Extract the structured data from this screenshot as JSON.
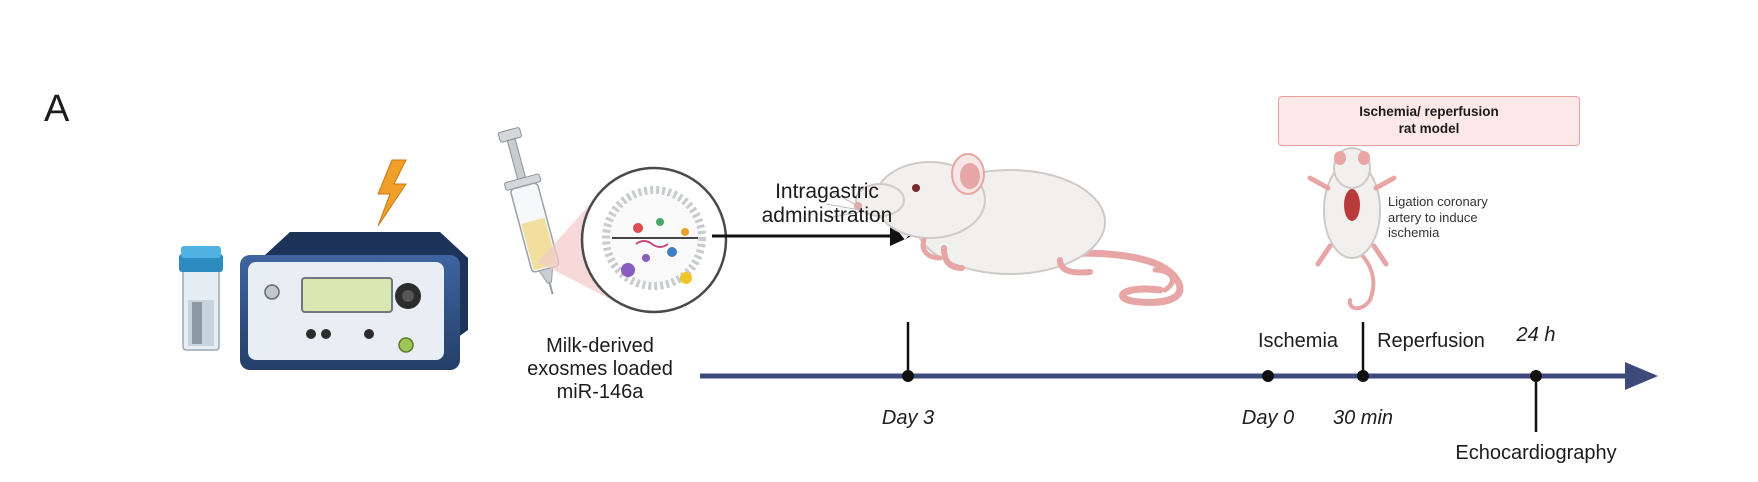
{
  "panel_label": "A",
  "model_box": {
    "line1": "Ischemia/ reperfusion",
    "line2": "rat model"
  },
  "ligation_note": [
    "Ligation coronary",
    "artery to induce",
    "ischemia"
  ],
  "administration_label": [
    "Intragastric",
    "administration"
  ],
  "exosome_label": [
    "Milk-derived",
    "exosmes loaded",
    "miR-146a"
  ],
  "timeline": {
    "ticks": [
      {
        "id": "day3",
        "label": "Day 3"
      },
      {
        "id": "day0",
        "label": "Day 0"
      },
      {
        "id": "min30",
        "label": "30 min"
      },
      {
        "id": "h24",
        "label": "24 h"
      }
    ],
    "phases": {
      "ischemia": "Ischemia",
      "reperfusion": "Reperfusion"
    },
    "endpoint": "Echocardiography"
  },
  "colors": {
    "timeline": "#3d4a7c",
    "device_body": "#2f4d7c",
    "device_panel": "#e8eef3",
    "lightning": "#f0a02a",
    "syringe_fluid": "#f2dfa0",
    "zoom_highlight": "#f3c9c9",
    "rat_body": "#f2f0ef",
    "rat_pink": "#e8a5a5",
    "box_fill": "#fde8e8",
    "box_border": "#e8a0a0"
  },
  "icons": [
    "electroporator-icon",
    "cuvette-icon",
    "lightning-icon",
    "syringe-icon",
    "exosome-icon",
    "arrow-right-icon",
    "rat-icon",
    "rat-supine-icon"
  ]
}
